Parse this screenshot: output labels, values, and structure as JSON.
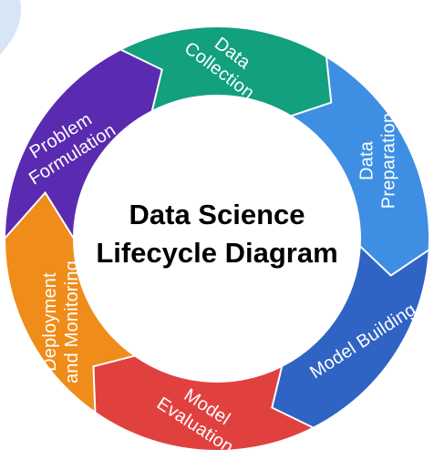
{
  "diagram": {
    "title_lines": [
      "Data Science",
      "Lifecycle Diagram"
    ],
    "stages": [
      {
        "id": "problem-formulation",
        "lines": [
          "Problem",
          "Formulation"
        ],
        "color": "#5a2bb0"
      },
      {
        "id": "data-collection",
        "lines": [
          "Data",
          "Collection"
        ],
        "color": "#12a07f"
      },
      {
        "id": "data-preparation",
        "lines": [
          "Data",
          "Preparation"
        ],
        "color": "#3e8fe3"
      },
      {
        "id": "model-building",
        "lines": [
          "Model Building"
        ],
        "color": "#2f63c4"
      },
      {
        "id": "model-evaluation",
        "lines": [
          "Model",
          "Evaluation"
        ],
        "color": "#e0413f"
      },
      {
        "id": "deployment-monitoring",
        "lines": [
          "Deployment",
          "and Monitoring"
        ],
        "color": "#f08c1a"
      }
    ],
    "corner_accent_color": "#d6e6f6"
  }
}
